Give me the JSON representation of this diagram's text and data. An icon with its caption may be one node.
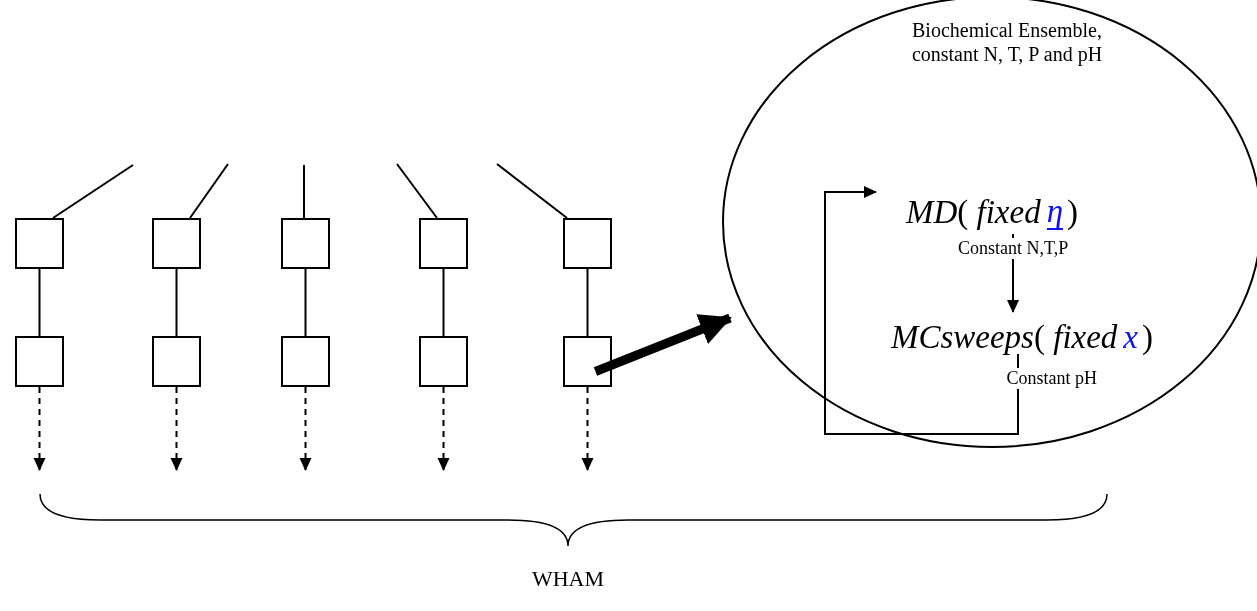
{
  "diagram": {
    "nodes": [
      {
        "text": [
          "Biochemical Ensemble, constant N, T, P and pH"
        ]
      },
      {
        "text": [
          "*MD*( *fixed*",
          "η",
          ")"
        ],
        "in": 0
      },
      {
        "text": [
          "*MCsweeps*( *fixed*",
          "x",
          ")"
        ],
        "in": 0
      },
      {
        "text": [],
        "shape": "box"
      },
      {
        "text": [],
        "shape": "box"
      },
      {
        "text": [],
        "shape": "box"
      },
      {
        "text": [],
        "shape": "box"
      },
      {
        "text": [],
        "shape": "box"
      },
      {
        "text": [],
        "shape": "box"
      },
      {
        "text": [],
        "shape": "box"
      },
      {
        "text": [],
        "shape": "box"
      },
      {
        "text": [],
        "shape": "box"
      },
      {
        "text": [],
        "shape": "box"
      }
    ],
    "edges": [
      {
        "from": null,
        "to": 3,
        "arrow": "none"
      },
      {
        "from": null,
        "to": 4,
        "arrow": "none"
      },
      {
        "from": null,
        "to": 5,
        "arrow": "none"
      },
      {
        "from": null,
        "to": 6,
        "arrow": "none"
      },
      {
        "from": null,
        "to": 7,
        "arrow": "none"
      },
      {
        "from": 3,
        "to": 8,
        "arrow": "none"
      },
      {
        "from": 4,
        "to": 9,
        "arrow": "none"
      },
      {
        "from": 5,
        "to": 10,
        "arrow": "none"
      },
      {
        "from": 6,
        "to": 11,
        "arrow": "none"
      },
      {
        "from": 7,
        "to": 12,
        "arrow": "none"
      },
      {
        "from": 8,
        "to": null,
        "arrow": "to",
        "style": "dashed"
      },
      {
        "from": 9,
        "to": null,
        "arrow": "to",
        "style": "dashed"
      },
      {
        "from": 10,
        "to": null,
        "arrow": "to",
        "style": "dashed"
      },
      {
        "from": 11,
        "to": null,
        "arrow": "to",
        "style": "dashed"
      },
      {
        "from": 12,
        "to": null,
        "arrow": "to",
        "style": "dashed"
      },
      {
        "from": 12,
        "to": 0,
        "arrow": "to",
        "style": "thick"
      },
      {
        "from": 1,
        "to": 2,
        "arrow": "to",
        "label": "Constant N,T,P"
      },
      {
        "from": 2,
        "to": 1,
        "arrow": "to",
        "label": "Constant pH"
      }
    ],
    "labels": [
      "WHAM"
    ]
  }
}
